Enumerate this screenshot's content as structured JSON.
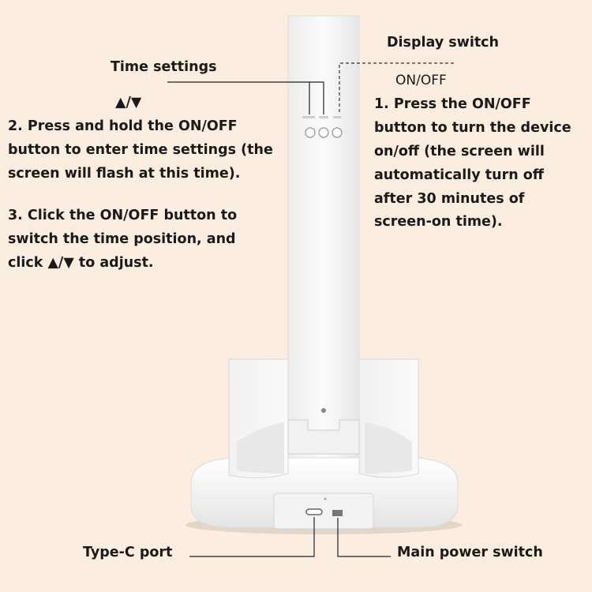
{
  "labels": {
    "time_settings": "Time settings",
    "time_arrows": "▲/▼",
    "display_switch": "Display switch",
    "on_off": "ON/OFF",
    "type_c_port": "Type-C port",
    "main_power_switch": "Main power switch"
  },
  "instructions": {
    "left_2": [
      "2. Press and hold the ON/OFF",
      "button to enter time settings (the",
      "screen will flash at this time)."
    ],
    "left_3": [
      "3. Click the ON/OFF button to",
      "switch the time position, and",
      "click ▲/▼ to adjust."
    ],
    "right_1": [
      "1. Press the ON/OFF",
      "button to turn the device",
      "on/off (the screen will",
      "automatically turn off",
      "after 30 minutes of",
      "screen-on time)."
    ]
  },
  "colors": {
    "background": "#fbeee0",
    "text": "#1a1a1a",
    "lamp_body": "#f7f7f7",
    "lamp_shadow": "#d9d9d9"
  }
}
